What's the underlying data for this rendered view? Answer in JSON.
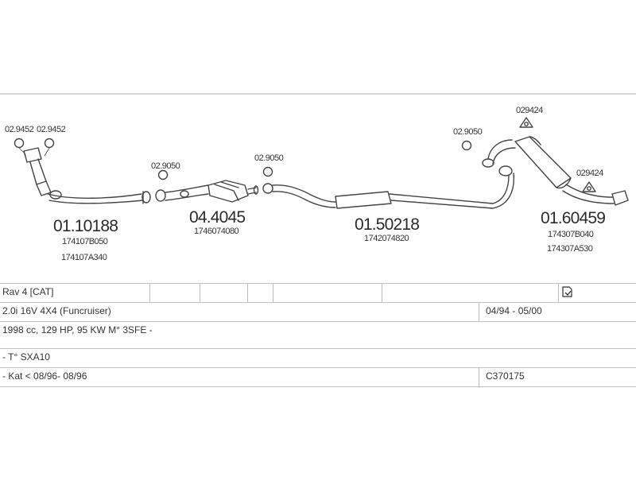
{
  "diagram": {
    "small_parts": [
      "02.9452",
      "02.9452",
      "02.9050",
      "02.9050",
      "02.9050",
      "029424",
      "029424"
    ],
    "assemblies": [
      {
        "number": "01.10188",
        "oe": [
          "174107B050",
          "174107A340"
        ]
      },
      {
        "number": "04.4045",
        "oe": [
          "1746074080"
        ]
      },
      {
        "number": "01.50218",
        "oe": [
          "1742074820"
        ]
      },
      {
        "number": "01.60459",
        "oe": [
          "174307B040",
          "174307A530"
        ]
      }
    ]
  },
  "table": {
    "model": "Rav 4  [CAT]",
    "variant": "2.0i 16V 4X4 (Funcruiser)",
    "years": "04/94 - 05/00",
    "engine": "1998 cc, 129 HP, 95 KW M° 3SFE -",
    "type": "- T° SXA10",
    "kat": "- Kat < 08/96- 08/96",
    "code": "C370175"
  },
  "icons": {
    "note": "document-note-icon"
  }
}
